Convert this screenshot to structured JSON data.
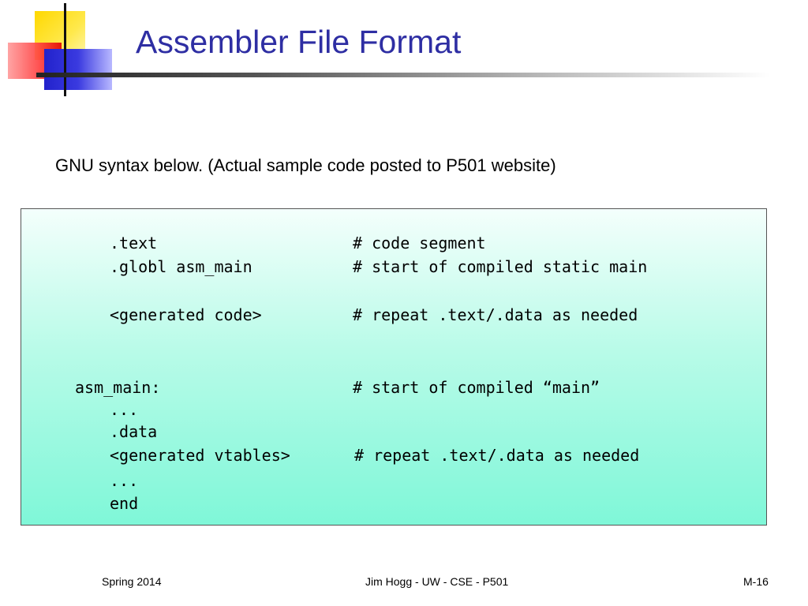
{
  "slide": {
    "title": "Assembler File Format",
    "intro": "GNU syntax below.  (Actual sample code posted to P501 website)"
  },
  "code": {
    "rows": [
      {
        "code": ".text",
        "comment": "# code segment"
      },
      {
        "code": ".globl asm_main",
        "comment": "# start of compiled static main"
      },
      {
        "code": "<generated code>",
        "comment": "# repeat .text/.data as needed"
      },
      {
        "code": "asm_main:",
        "comment": "# start of compiled “main”"
      },
      {
        "code": "...",
        "comment": ""
      },
      {
        "code": ".data",
        "comment": ""
      },
      {
        "code": "<generated vtables>",
        "comment": "# repeat .text/.data as needed"
      },
      {
        "code": "...",
        "comment": ""
      },
      {
        "code": "end",
        "comment": ""
      }
    ]
  },
  "footer": {
    "left": "Spring 2014",
    "center": "Jim Hogg - UW - CSE - P501",
    "right": "M-16"
  },
  "colors": {
    "title": "#2e2ea3",
    "code_bg_top": "#f4fffc",
    "code_bg_bottom": "#7ff7d8"
  }
}
